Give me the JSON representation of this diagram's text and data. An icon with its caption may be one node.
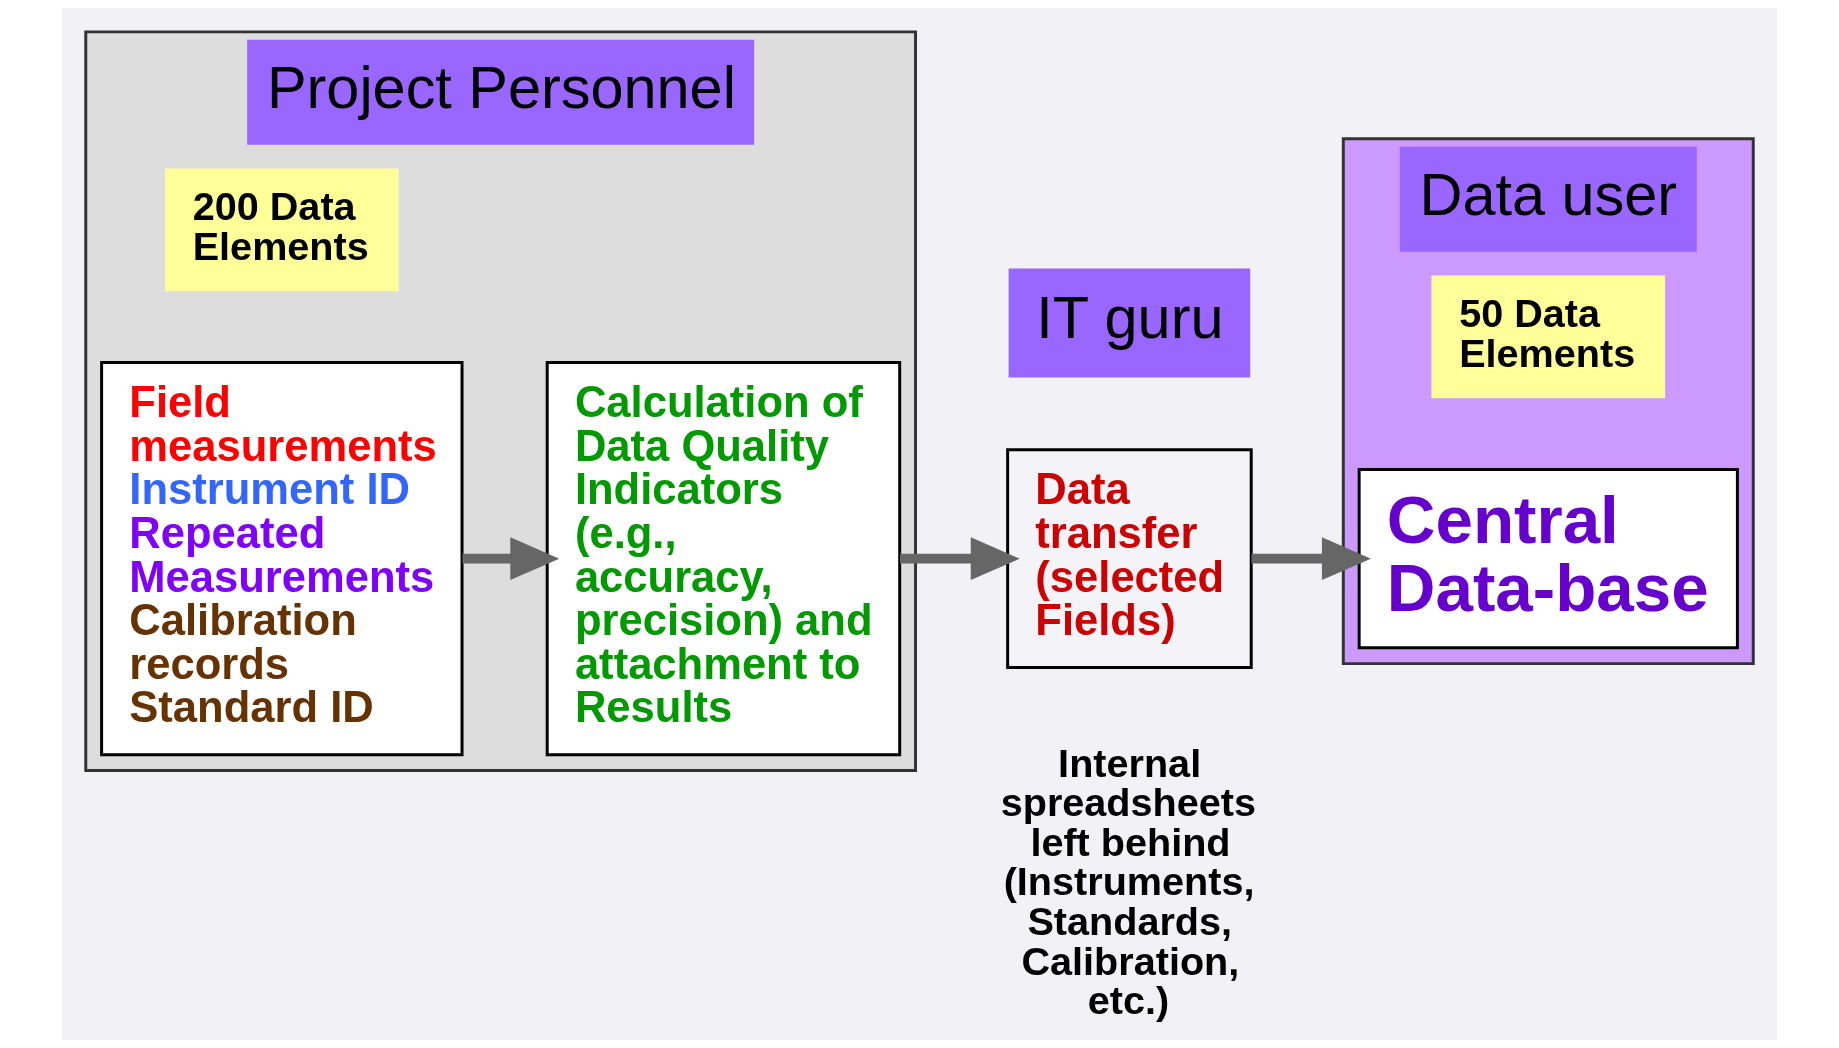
{
  "diagram": {
    "nodes": [
      {
        "text": [
          "Project Personnel"
        ]
      },
      {
        "text": [
          "Field measurements",
          "Instrument ID",
          "Repeated Measurements",
          "Calibration records",
          "Standard ID"
        ],
        "in": 0
      },
      {
        "text": [
          "Calculation of Data Quality Indicators (e.g., accuracy, precision) and attachment to Results"
        ],
        "in": 0
      },
      {
        "text": [
          "200 Data Elements"
        ],
        "in": 0
      },
      {
        "text": [
          "IT guru"
        ]
      },
      {
        "text": [
          "Data transfer (selected Fields)"
        ]
      },
      {
        "text": [
          "Data user"
        ]
      },
      {
        "text": [
          "Central Data-base"
        ],
        "in": 6
      },
      {
        "text": [
          "50 Data Elements"
        ],
        "in": 6
      }
    ],
    "edges": [
      {
        "from": 1,
        "to": 2,
        "arrow": "to"
      },
      {
        "from": 2,
        "to": 5,
        "arrow": "to"
      },
      {
        "from": 5,
        "to": 7,
        "arrow": "to"
      }
    ],
    "labels": [
      "Internal spreadsheets left behind (Instruments, Standards, Calibration, etc.)"
    ]
  }
}
